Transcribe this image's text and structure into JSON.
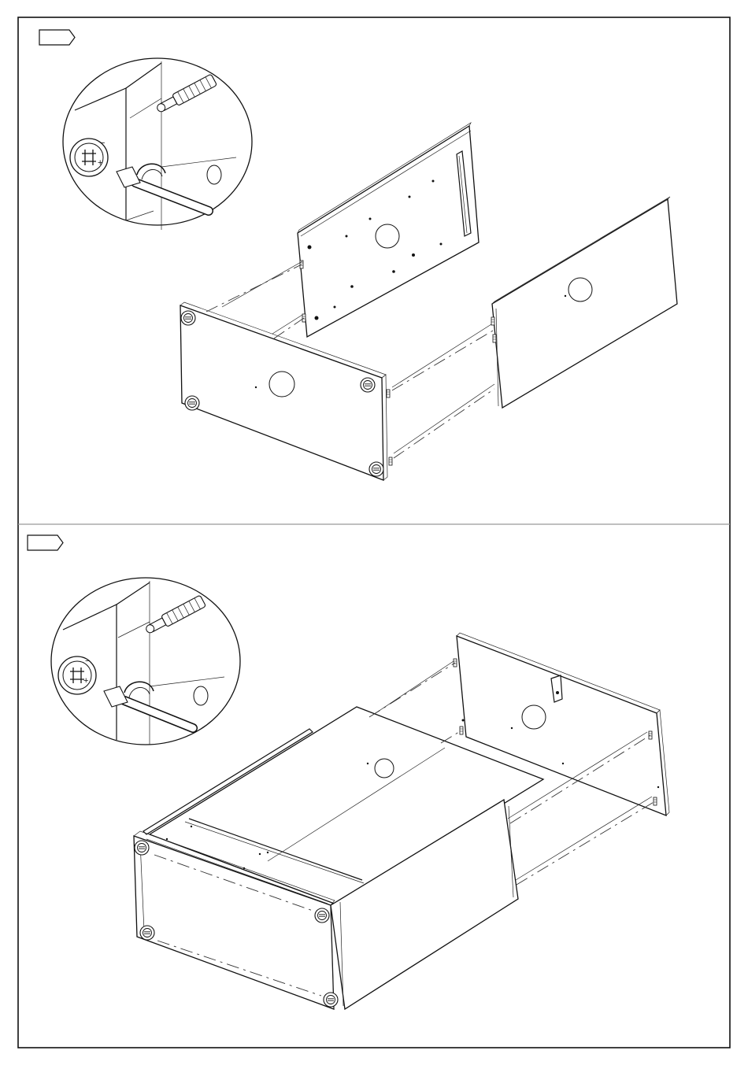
{
  "document": {
    "type": "assembly-instructions",
    "steps": [
      {
        "step_label": "",
        "detail": "cam-lock-and-dowel-detail",
        "action": "attach-back-and-front-panels-to-side-panel"
      },
      {
        "step_label": "",
        "detail": "cam-lock-and-dowel-detail",
        "action": "attach-top-panel-and-second-side-panel"
      }
    ],
    "colors": {
      "line": "#111111",
      "background": "#ffffff",
      "divider": "#999999"
    }
  }
}
